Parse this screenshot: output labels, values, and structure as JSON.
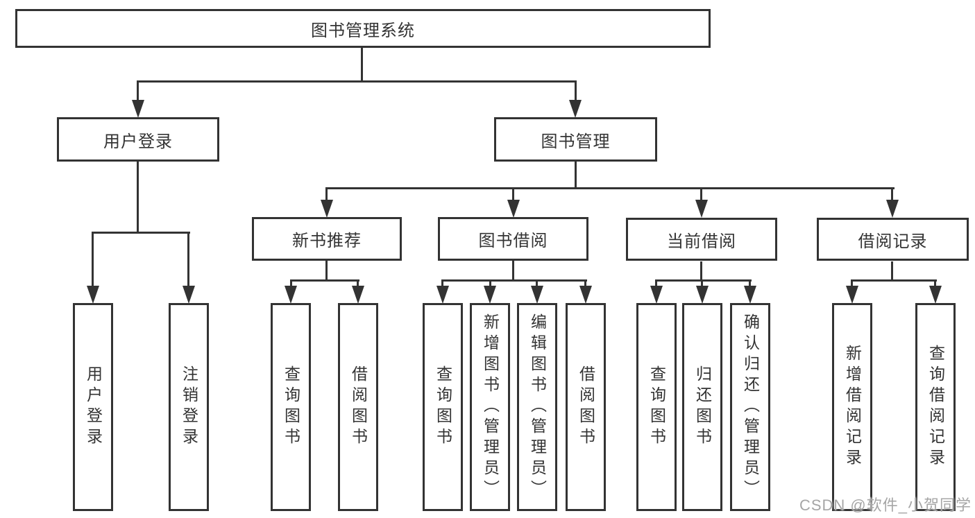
{
  "tree": {
    "label": "图书管理系统",
    "children": [
      {
        "label": "用户登录",
        "children": [
          {
            "label": "用户登录"
          },
          {
            "label": "注销登录"
          }
        ]
      },
      {
        "label": "图书管理",
        "children": [
          {
            "label": "新书推荐",
            "children": [
              {
                "label": "查询图书"
              },
              {
                "label": "借阅图书"
              }
            ]
          },
          {
            "label": "图书借阅",
            "children": [
              {
                "label": "查询图书"
              },
              {
                "label": "新增图书（管理员）"
              },
              {
                "label": "编辑图书（管理员）"
              },
              {
                "label": "借阅图书"
              }
            ]
          },
          {
            "label": "当前借阅",
            "children": [
              {
                "label": "查询图书"
              },
              {
                "label": "归还图书"
              },
              {
                "label": "确认归还（管理员）"
              }
            ]
          },
          {
            "label": "借阅记录",
            "children": [
              {
                "label": "新增借阅记录"
              },
              {
                "label": "查询借阅记录"
              }
            ]
          }
        ]
      }
    ]
  },
  "watermark": {
    "text": "CSDN @软件_小贺同学"
  },
  "colors": {
    "line": "#333333",
    "text": "#333333",
    "box_background": "#ffffff",
    "page_background": "#ffffff",
    "watermark": "#a6a6a6"
  }
}
